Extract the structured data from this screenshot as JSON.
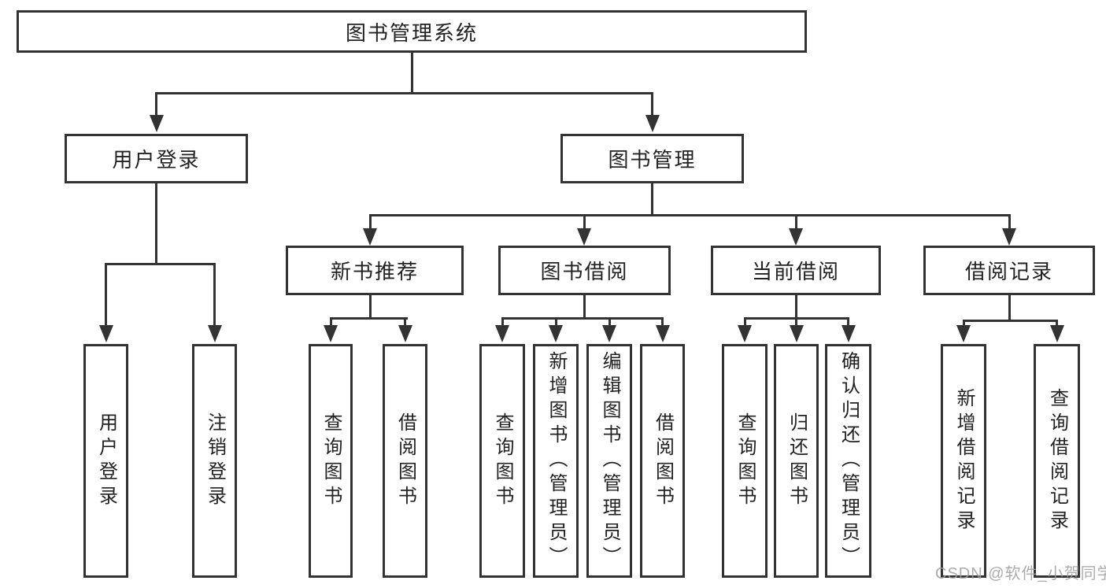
{
  "watermark": "CSDN @软件_小贺同学",
  "colors": {
    "line": "#333333",
    "border": "#333333",
    "text": "#222222",
    "watermark": "#9e9e9e",
    "bg": "#ffffff"
  },
  "tree": {
    "label": "图书管理系统",
    "children": [
      {
        "label": "用户登录",
        "children": [
          {
            "label": "用户登录"
          },
          {
            "label": "注销登录"
          }
        ]
      },
      {
        "label": "图书管理",
        "children": [
          {
            "label": "新书推荐",
            "children": [
              {
                "label": "查询图书"
              },
              {
                "label": "借阅图书"
              }
            ]
          },
          {
            "label": "图书借阅",
            "children": [
              {
                "label": "查询图书"
              },
              {
                "label": "新增图书（管理员）"
              },
              {
                "label": "编辑图书（管理员）"
              },
              {
                "label": "借阅图书"
              }
            ]
          },
          {
            "label": "当前借阅",
            "children": [
              {
                "label": "查询图书"
              },
              {
                "label": "归还图书"
              },
              {
                "label": "确认归还（管理员）"
              }
            ]
          },
          {
            "label": "借阅记录",
            "children": [
              {
                "label": "新增借阅记录"
              },
              {
                "label": "查询借阅记录"
              }
            ]
          }
        ]
      }
    ]
  }
}
